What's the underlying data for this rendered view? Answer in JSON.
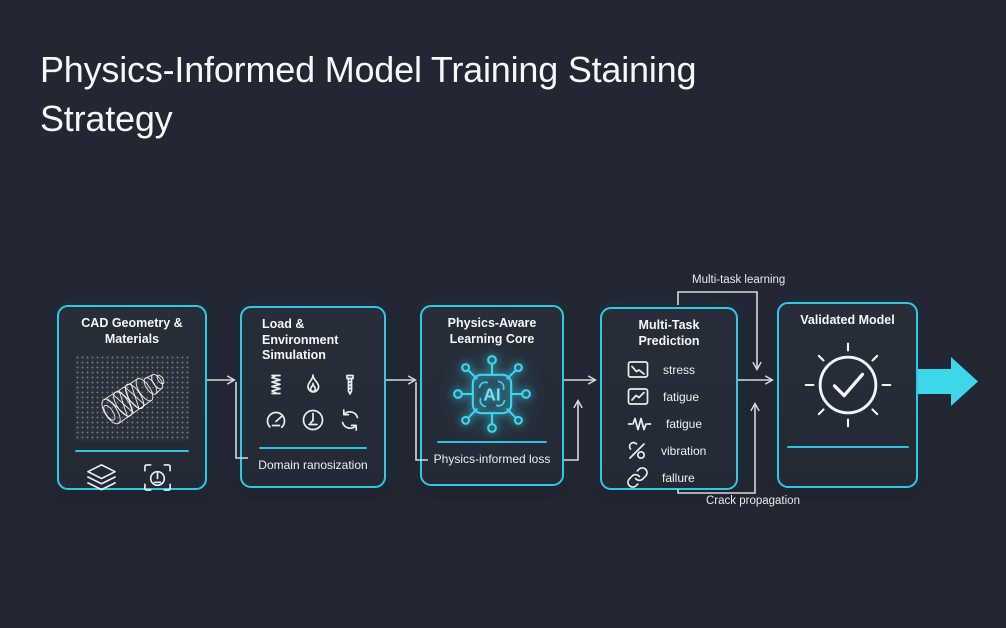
{
  "title": "Physics-Informed Model Training Staining Strategy",
  "annotations": {
    "multi_task": "Multi-task learning",
    "crack": "Crack propagation"
  },
  "stages": [
    {
      "title": "CAD Geometry & Materials",
      "icons": [
        "layers-icon",
        "scan-target-icon"
      ],
      "illustration": "cad-wireframe-part"
    },
    {
      "title": "Load & Environment Simulation",
      "icons": [
        "spring-load-icon",
        "flame-icon",
        "screw-icon",
        "gauge-icon",
        "meter-icon",
        "cycle-icon"
      ],
      "footer": "Domain ranosization"
    },
    {
      "title": "Physics-Aware Learning Core",
      "icon": "ai-chip-icon",
      "chip_label": "AI",
      "footer": "Physics-informed loss"
    },
    {
      "title": "Multi-Task Prediction",
      "items": [
        {
          "icon": "chart-decline-icon",
          "label": "stress"
        },
        {
          "icon": "chart-rise-icon",
          "label": "fatigue"
        },
        {
          "icon": "waveform-icon",
          "label": "fatigue"
        },
        {
          "icon": "broken-link-icon",
          "label": "vibration"
        },
        {
          "icon": "chain-link-icon",
          "label": "fallure"
        }
      ]
    },
    {
      "title": "Validated Model",
      "icon": "check-circle-icon"
    }
  ],
  "colors": {
    "background": "#232733",
    "box_border": "#2fc9e2",
    "divider": "#2bc6de",
    "connector": "#d5dade",
    "output_arrow": "#3ed7ea",
    "chip_glow": "#3bd5ef",
    "text": "#eef1f5"
  }
}
